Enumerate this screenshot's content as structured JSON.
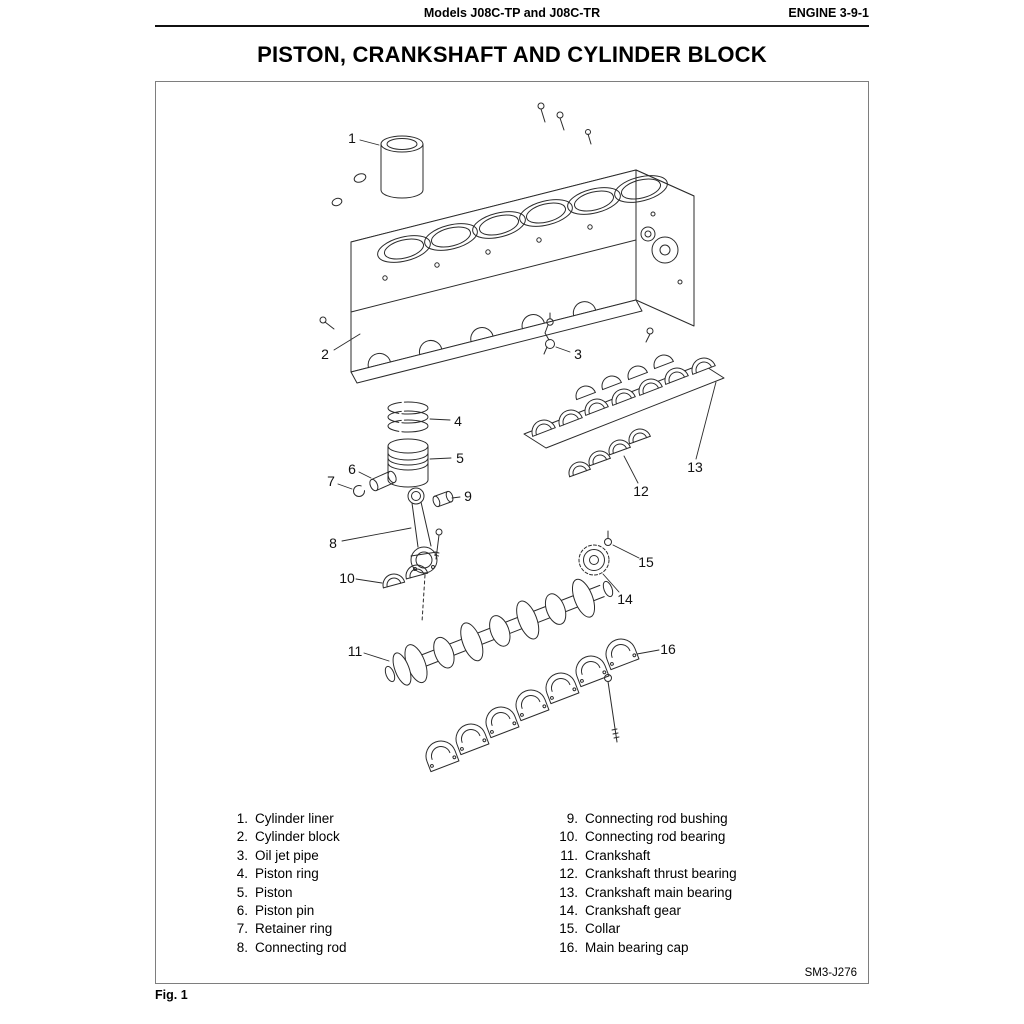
{
  "header": {
    "models": "Models J08C-TP and J08C-TR",
    "section": "ENGINE 3-9-1"
  },
  "title": "PISTON, CRANKSHAFT AND CYLINDER BLOCK",
  "figure": {
    "code": "SM3-J276",
    "caption": "Fig. 1",
    "callouts": [
      "1",
      "2",
      "3",
      "4",
      "5",
      "6",
      "7",
      "8",
      "9",
      "10",
      "11",
      "12",
      "13",
      "14",
      "15",
      "16"
    ]
  },
  "legend": {
    "left": [
      {
        "num": "1.",
        "text": "Cylinder liner"
      },
      {
        "num": "2.",
        "text": "Cylinder block"
      },
      {
        "num": "3.",
        "text": "Oil jet pipe"
      },
      {
        "num": "4.",
        "text": "Piston ring"
      },
      {
        "num": "5.",
        "text": "Piston"
      },
      {
        "num": "6.",
        "text": "Piston pin"
      },
      {
        "num": "7.",
        "text": "Retainer ring"
      },
      {
        "num": "8.",
        "text": "Connecting rod"
      }
    ],
    "right": [
      {
        "num": "9.",
        "text": "Connecting rod bushing"
      },
      {
        "num": "10.",
        "text": "Connecting rod bearing"
      },
      {
        "num": "11.",
        "text": "Crankshaft"
      },
      {
        "num": "12.",
        "text": "Crankshaft thrust bearing"
      },
      {
        "num": "13.",
        "text": "Crankshaft main bearing"
      },
      {
        "num": "14.",
        "text": "Crankshaft gear"
      },
      {
        "num": "15.",
        "text": "Collar"
      },
      {
        "num": "16.",
        "text": "Main bearing cap"
      }
    ]
  }
}
